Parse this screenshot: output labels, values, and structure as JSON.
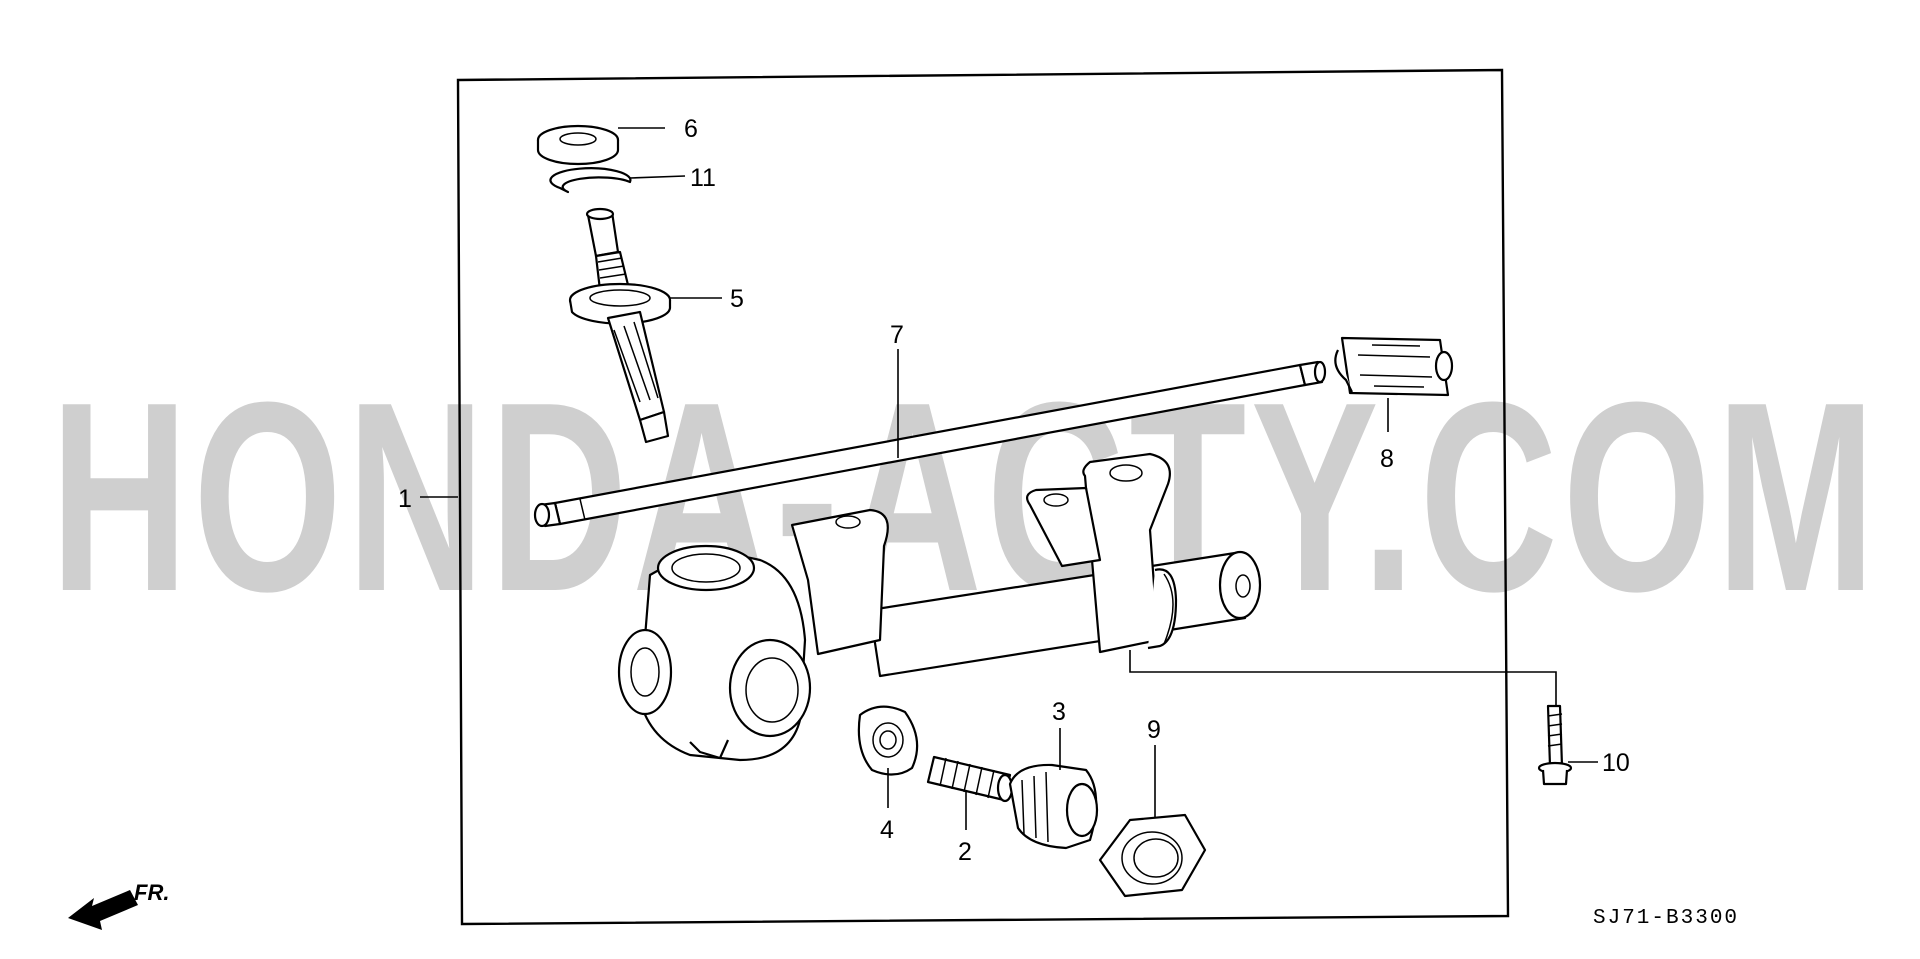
{
  "watermark": "HONDA-ACTY.COM",
  "diagram_code": "SJ71-B3300",
  "direction_label": "FR.",
  "callouts": {
    "c1": "1",
    "c2": "2",
    "c3": "3",
    "c4": "4",
    "c5": "5",
    "c6": "6",
    "c7": "7",
    "c8": "8",
    "c9": "9",
    "c10": "10",
    "c11": "11"
  },
  "icons": [
    "front-direction-arrow-icon"
  ],
  "colors": {
    "watermark": "#cfcfcf",
    "line": "#000000",
    "background": "#ffffff"
  }
}
